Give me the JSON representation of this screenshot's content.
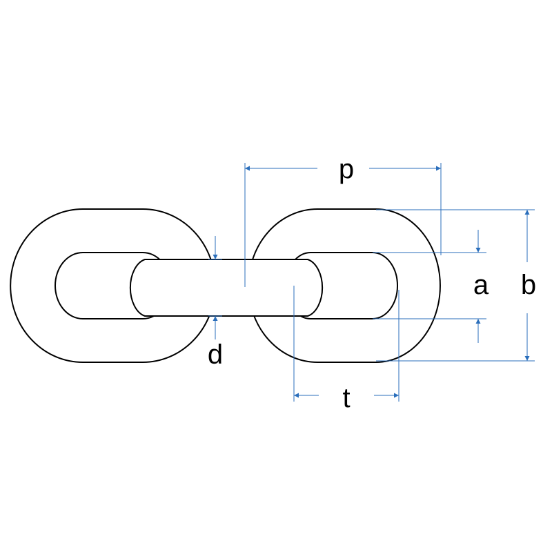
{
  "colors": {
    "outline": "#000000",
    "dimension": "#2a6ebb",
    "background": "#ffffff"
  },
  "labels": {
    "pitch": "p",
    "inner_width": "a",
    "outer_width": "b",
    "wire_diameter": "d",
    "inner_length": "t"
  }
}
